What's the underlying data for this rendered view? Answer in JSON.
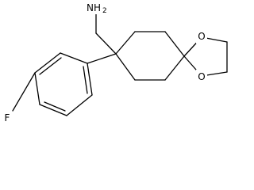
{
  "molecule": {
    "atoms": {
      "amine_n": "NH",
      "amine_h_count": "2",
      "fluorine": "F",
      "oxygen_top": "O",
      "oxygen_bottom": "O"
    }
  }
}
